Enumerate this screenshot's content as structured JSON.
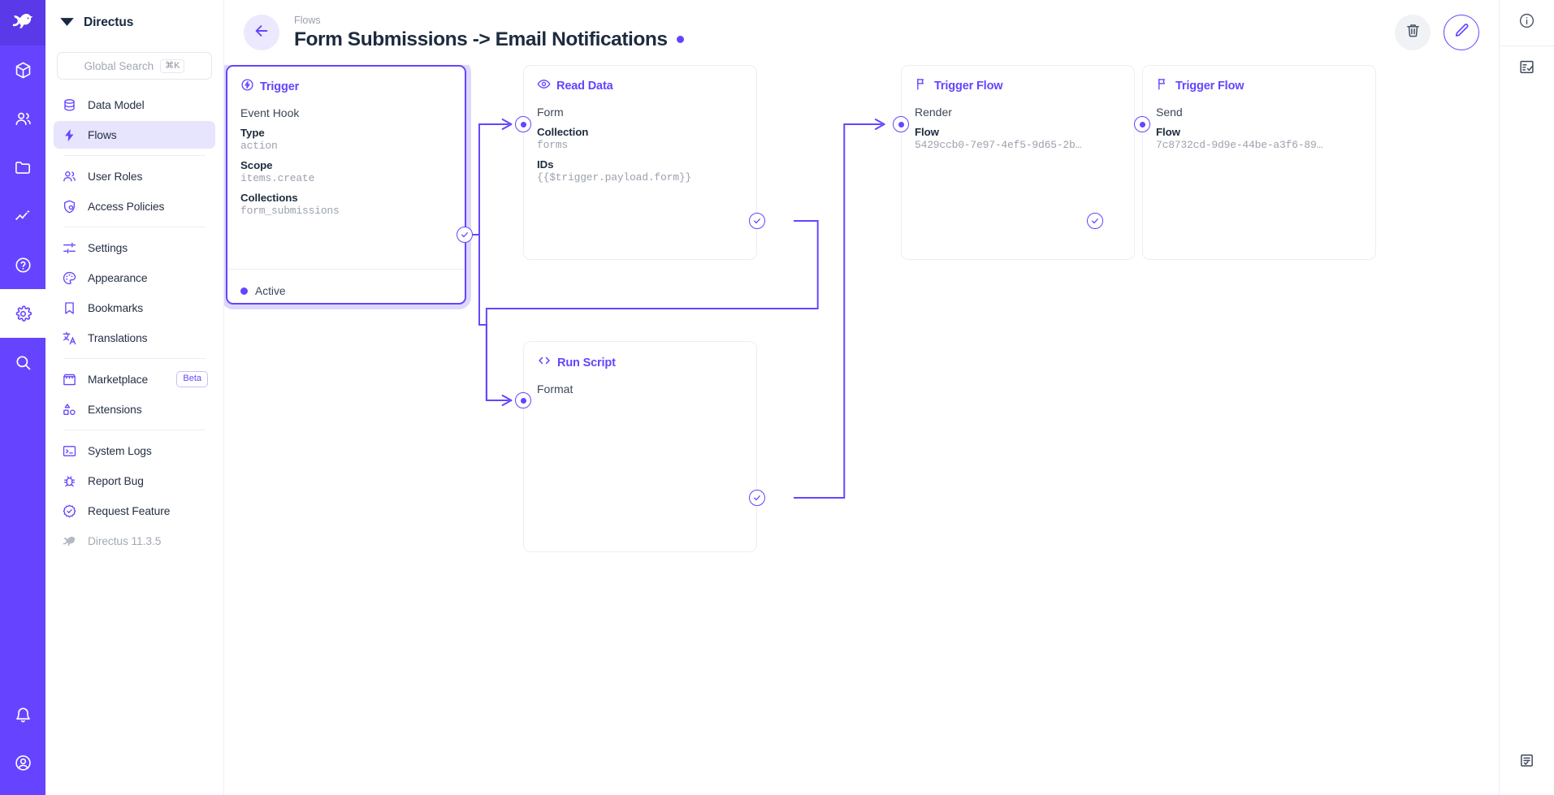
{
  "brand": {
    "name": "Directus",
    "version": "Directus 11.3.5"
  },
  "rail": {
    "items": [
      {
        "name": "directus-logo",
        "icon": "rabbit-logo"
      },
      {
        "name": "content-module",
        "icon": "box-icon"
      },
      {
        "name": "users-module",
        "icon": "people-icon"
      },
      {
        "name": "files-module",
        "icon": "folder-icon"
      },
      {
        "name": "insights-module",
        "icon": "chart-icon"
      },
      {
        "name": "help-module",
        "icon": "question-circle-icon"
      },
      {
        "name": "settings-module",
        "icon": "gear-icon"
      },
      {
        "name": "search-module",
        "icon": "search-icon"
      },
      {
        "name": "notifications",
        "icon": "bell-icon"
      },
      {
        "name": "account",
        "icon": "user-circle-icon"
      }
    ]
  },
  "search": {
    "placeholder": "Global Search",
    "shortcut": "⌘K"
  },
  "sidebar": {
    "items": [
      {
        "label": "Data Model",
        "icon": "database-icon",
        "selected": false
      },
      {
        "label": "Flows",
        "icon": "lightning-icon",
        "selected": true
      },
      {
        "label": "User Roles",
        "icon": "people-icon",
        "selected": false
      },
      {
        "label": "Access Policies",
        "icon": "shield-lock-icon",
        "selected": false
      },
      {
        "label": "Settings",
        "icon": "sliders-icon",
        "selected": false
      },
      {
        "label": "Appearance",
        "icon": "palette-icon",
        "selected": false
      },
      {
        "label": "Bookmarks",
        "icon": "bookmark-icon",
        "selected": false
      },
      {
        "label": "Translations",
        "icon": "translate-icon",
        "selected": false
      },
      {
        "label": "Marketplace",
        "icon": "store-icon",
        "selected": false,
        "badge": "Beta"
      },
      {
        "label": "Extensions",
        "icon": "shapes-icon",
        "selected": false
      },
      {
        "label": "System Logs",
        "icon": "terminal-icon",
        "selected": false
      },
      {
        "label": "Report Bug",
        "icon": "bug-icon",
        "selected": false
      },
      {
        "label": "Request Feature",
        "icon": "check-badge-icon",
        "selected": false
      }
    ]
  },
  "header": {
    "breadcrumb": "Flows",
    "title": "Form Submissions -> Email Notifications",
    "status_dot_color": "#6644ff",
    "back_icon": "arrow-left-icon",
    "actions": [
      {
        "name": "delete-flow-button",
        "icon": "trash-icon"
      },
      {
        "name": "edit-flow-button",
        "icon": "pencil-icon"
      }
    ]
  },
  "flow": {
    "nodes": [
      {
        "id": "trigger",
        "type": "Trigger",
        "icon": "trigger-bolt-icon",
        "subtitle": "Event Hook",
        "highlighted": true,
        "fields": [
          {
            "key": "Type",
            "value": "action"
          },
          {
            "key": "Scope",
            "value": "items.create"
          },
          {
            "key": "Collections",
            "value": "form_submissions"
          }
        ],
        "status": "Active"
      },
      {
        "id": "read-data",
        "type": "Read Data",
        "icon": "eye-icon",
        "subtitle": "Form",
        "highlighted": false,
        "fields": [
          {
            "key": "Collection",
            "value": "forms"
          },
          {
            "key": "IDs",
            "value": "{{$trigger.payload.form}}"
          }
        ]
      },
      {
        "id": "trigger-flow-render",
        "type": "Trigger Flow",
        "icon": "flag-icon",
        "subtitle": "Render",
        "highlighted": false,
        "fields": [
          {
            "key": "Flow",
            "value": "5429ccb0-7e97-4ef5-9d65-2b…"
          }
        ]
      },
      {
        "id": "trigger-flow-send",
        "type": "Trigger Flow",
        "icon": "flag-icon",
        "subtitle": "Send",
        "highlighted": false,
        "fields": [
          {
            "key": "Flow",
            "value": "7c8732cd-9d9e-44be-a3f6-89…"
          }
        ]
      },
      {
        "id": "run-script",
        "type": "Run Script",
        "icon": "code-icon",
        "subtitle": "Format",
        "highlighted": false,
        "fields": []
      }
    ]
  },
  "right_rail": {
    "items": [
      {
        "name": "info-panel-button",
        "icon": "info-circle-icon"
      },
      {
        "name": "logs-panel-button",
        "icon": "checklist-icon"
      },
      {
        "name": "notes-panel-button",
        "icon": "clipboard-icon"
      }
    ]
  }
}
